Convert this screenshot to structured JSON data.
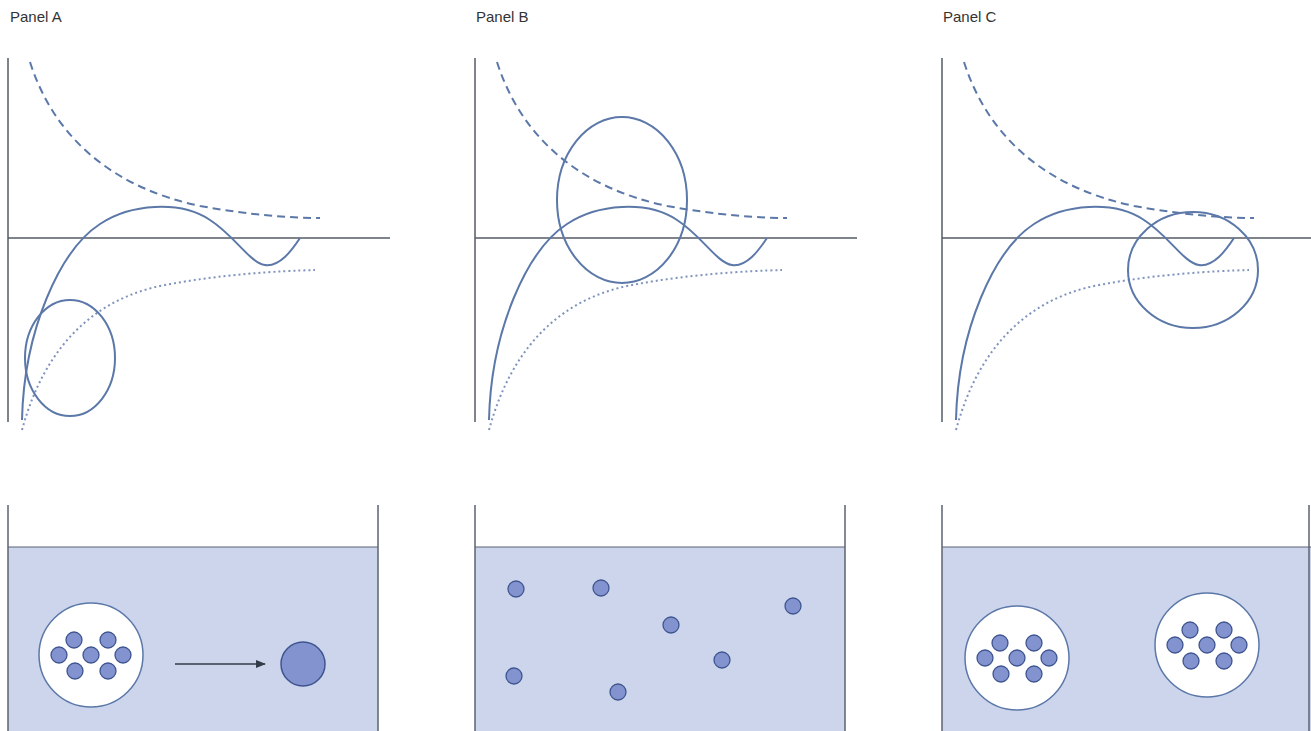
{
  "diagram": {
    "labels": [
      "Panel A",
      "Panel B",
      "Panel C"
    ]
  }
}
